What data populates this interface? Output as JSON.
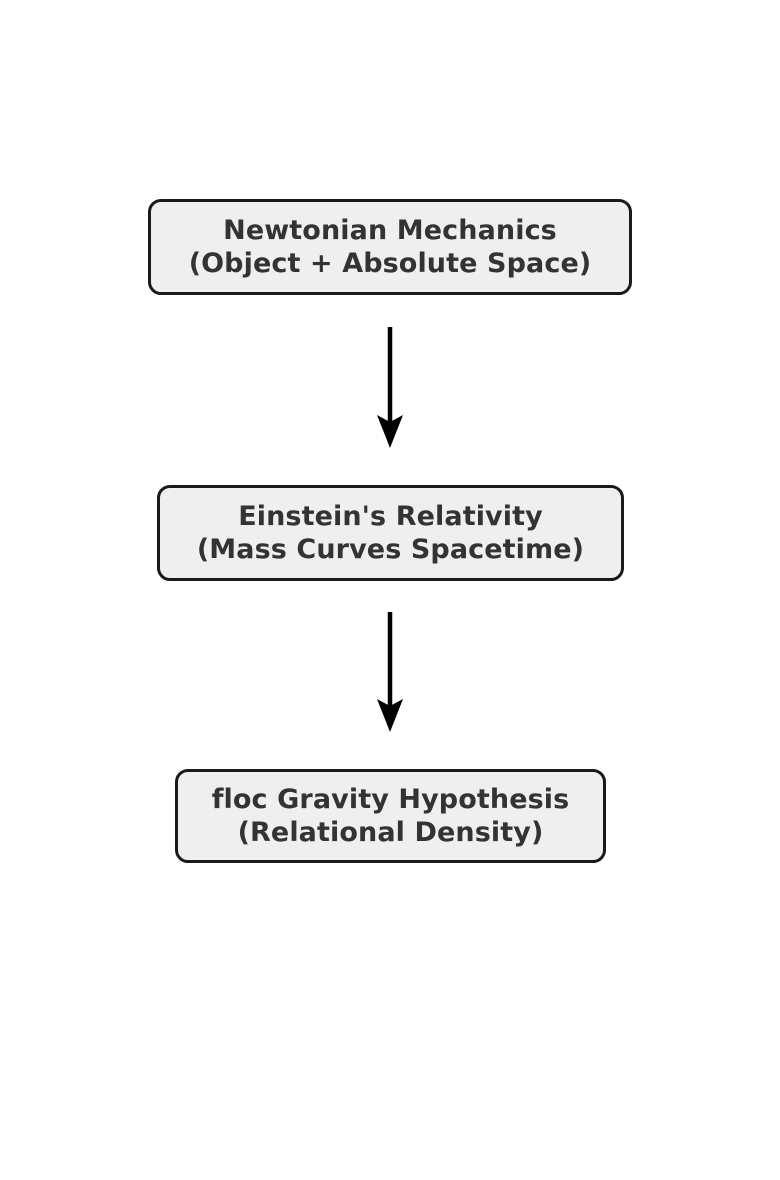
{
  "diagram": {
    "type": "flowchart",
    "orientation": "top-to-bottom",
    "background_color": "#ffffff",
    "node_fill_color": "#efefef",
    "node_border_color": "#1a1a1a",
    "node_text_color": "#333333",
    "edge_color": "#000000",
    "nodes": [
      {
        "id": "newtonian",
        "line1": "Newtonian Mechanics",
        "line2": "(Object + Absolute Space)"
      },
      {
        "id": "einstein",
        "line1": "Einstein's Relativity",
        "line2": "(Mass Curves Spacetime)"
      },
      {
        "id": "floc",
        "line1": "floc Gravity Hypothesis",
        "line2": "(Relational Density)"
      }
    ],
    "edges": [
      {
        "id": "newtonian-to-einstein",
        "from": "newtonian",
        "to": "einstein",
        "label": ""
      },
      {
        "id": "einstein-to-floc",
        "from": "einstein",
        "to": "floc",
        "label": ""
      }
    ]
  }
}
